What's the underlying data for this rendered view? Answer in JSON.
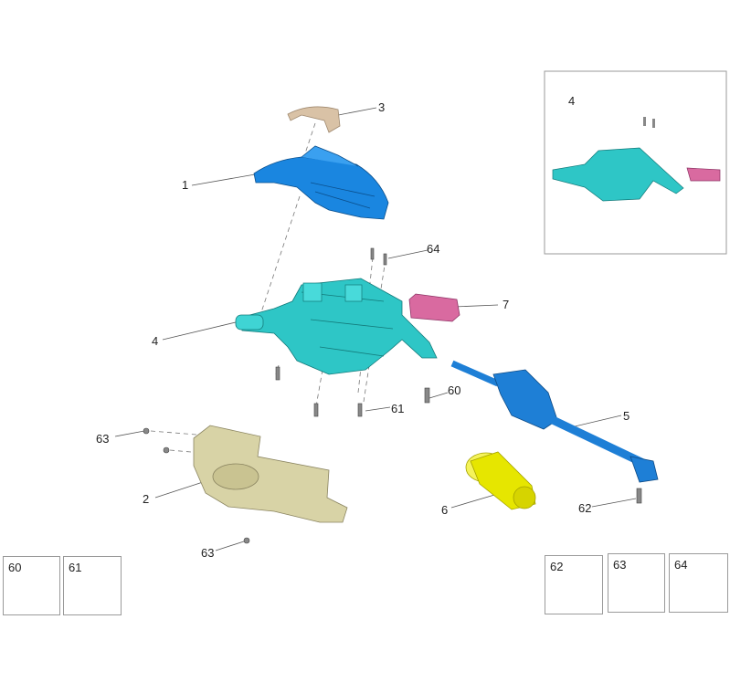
{
  "labels": {
    "p1": "1",
    "p2": "2",
    "p3": "3",
    "p4": "4",
    "p5": "5",
    "p6": "6",
    "p7": "7",
    "p60": "60",
    "p61": "61",
    "p62": "62",
    "p63a": "63",
    "p63b": "63",
    "p64": "64",
    "inset": "4"
  },
  "legend": [
    {
      "num": "60",
      "icon": "flange-bolt-icon"
    },
    {
      "num": "61",
      "icon": "hex-bolt-icon"
    },
    {
      "num": "62",
      "icon": "flange-bolt-icon"
    },
    {
      "num": "63",
      "icon": "self-tapping-screw-icon"
    },
    {
      "num": "64",
      "icon": "pan-head-screw-icon"
    }
  ],
  "colors": {
    "housing": "#1a86e0",
    "column": "#2ec6c6",
    "trim": "#d9c2a6",
    "shaft": "#1e7fd6",
    "boot": "#e6e600",
    "cover": "#d8d3a6",
    "module": "#d96aa0"
  }
}
